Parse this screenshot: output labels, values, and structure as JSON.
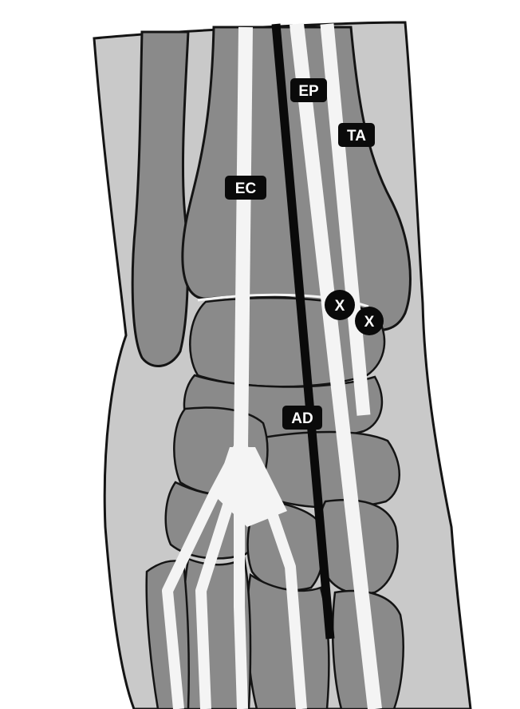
{
  "diagram": {
    "labels": {
      "ep": "EP",
      "ta": "TA",
      "ec": "EC",
      "ad": "AD",
      "x1": "X",
      "x2": "X"
    },
    "colors": {
      "background": "#ffffff",
      "soft_tissue": "#c9c9c9",
      "bone": "#8a8a8a",
      "outline": "#141414",
      "tendon": "#f4f4f4",
      "artery": "#0a0a0a",
      "label_bg": "#0a0a0a",
      "label_text": "#ffffff"
    }
  }
}
